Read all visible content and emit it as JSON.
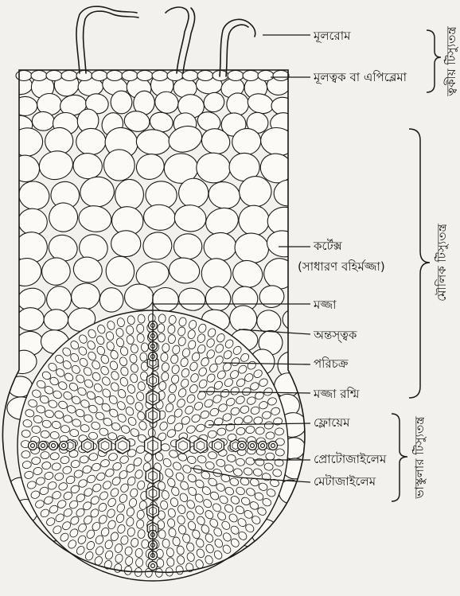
{
  "labels": {
    "root_hair": "মূলরোম",
    "epiblema": "মূলত্বক বা এপিব্লেমা",
    "cortex": "কর্টেক্স",
    "cortex_sub": "(সাধারণ বহির্মজ্জা)",
    "pith": "মজ্জা",
    "endodermis": "অন্তস্ত্বক",
    "pericycle": "পরিচক্র",
    "medullary_ray": "মজ্জা রশ্মি",
    "phloem": "ফ্লোয়েম",
    "protoxylem": "প্রোটোজাইলেম",
    "metaxylem": "মেটাজাইলেম"
  },
  "groups": {
    "dermal": "ত্বকীয় টিস্যুতন্ত্র",
    "ground": "মৌলিক টিস্যুতন্ত্র",
    "vascular": "ভাস্কুলার টিস্যুতন্ত্র"
  },
  "colors": {
    "ink": "#1a1a1a",
    "paper": "#f2f1ee",
    "cell_fill": "#fbfaf7"
  }
}
